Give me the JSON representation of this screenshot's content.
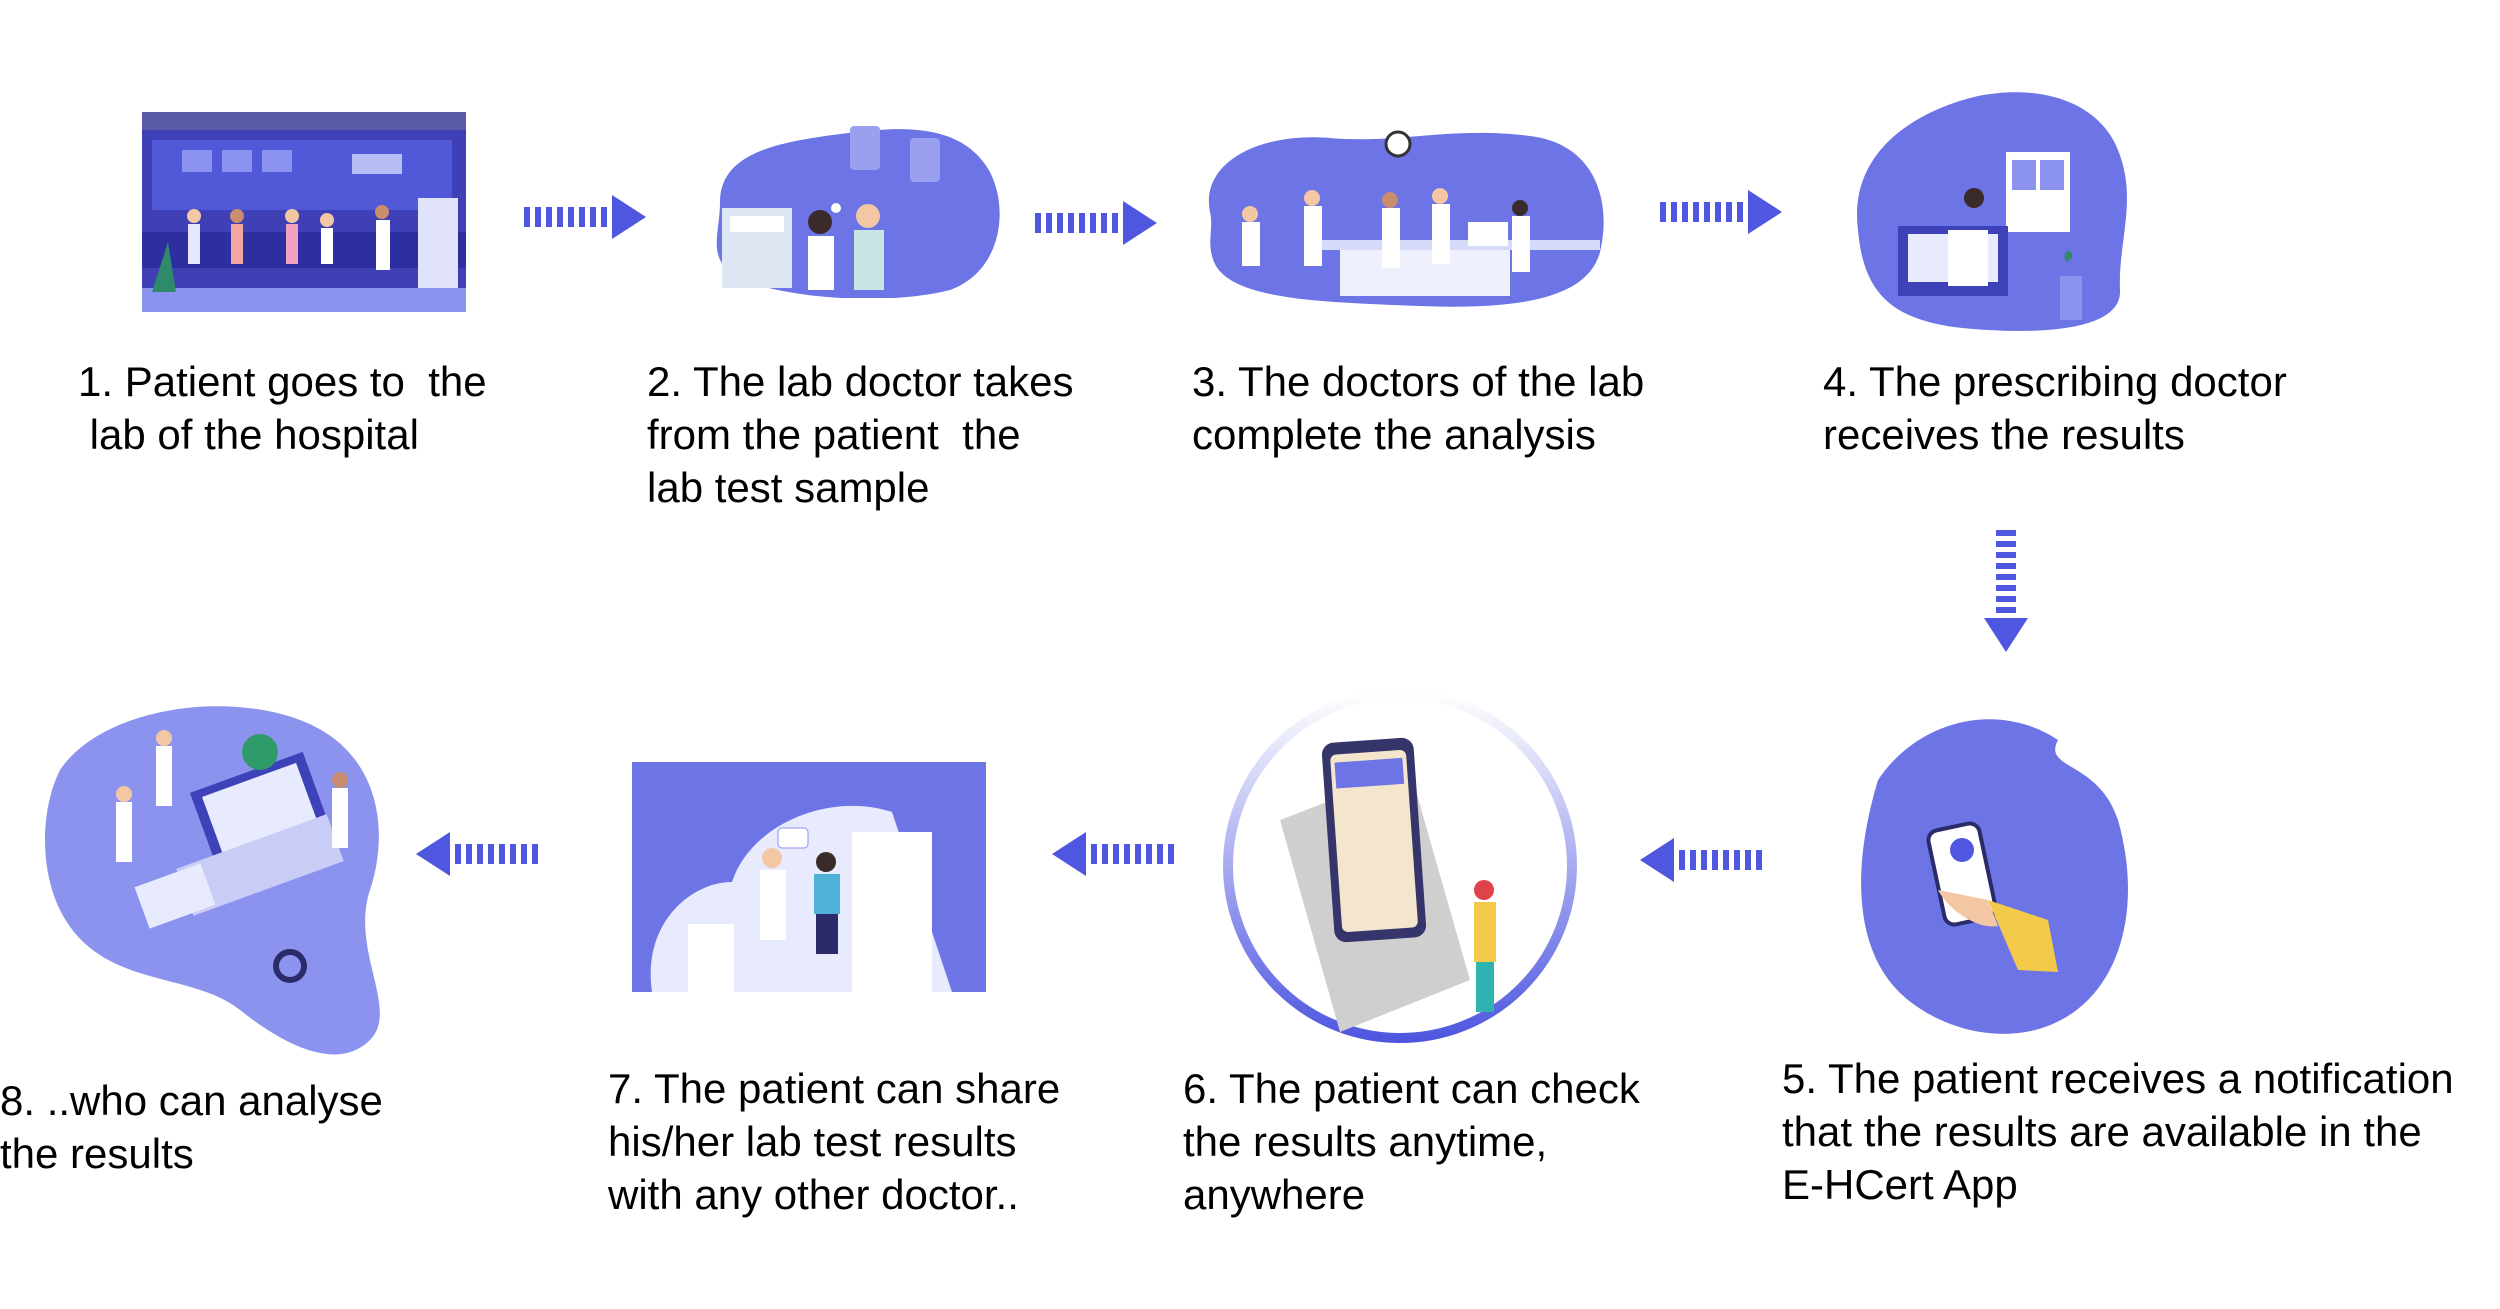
{
  "colors": {
    "accent": "#4f57e0",
    "blob": "#7b82ea",
    "blob_dark": "#5a61de",
    "light": "#dfe3fb"
  },
  "steps": [
    {
      "number": 1,
      "text": "1. Patient goes to  the\n lab of the hospital",
      "icon": "hospital-waiting-room-illustration"
    },
    {
      "number": 2,
      "text": "2. The lab doctor takes\nfrom the patient  the\nlab test sample",
      "icon": "sample-collection-illustration"
    },
    {
      "number": 3,
      "text": "3. The doctors of the lab\ncomplete the analysis",
      "icon": "laboratory-analysis-illustration"
    },
    {
      "number": 4,
      "text": "4. The prescribing doctor\nreceives the results",
      "icon": "doctor-computer-illustration"
    },
    {
      "number": 5,
      "text": "5. The patient receives a notification\nthat the results are available in the\nE-HCert App",
      "icon": "phone-notification-illustration"
    },
    {
      "number": 6,
      "text": "6. The patient can check\nthe results anytime,\nanywhere",
      "icon": "mobile-results-illustration"
    },
    {
      "number": 7,
      "text": "7. The patient can share\nhis/her lab test results\nwith any other doctor..",
      "icon": "doctor-consultation-illustration"
    },
    {
      "number": 8,
      "text": "8. ..who can analyse\nthe results",
      "icon": "doctor-analysis-illustration"
    }
  ],
  "arrows": [
    "right",
    "right",
    "right",
    "down",
    "left",
    "left",
    "left"
  ]
}
